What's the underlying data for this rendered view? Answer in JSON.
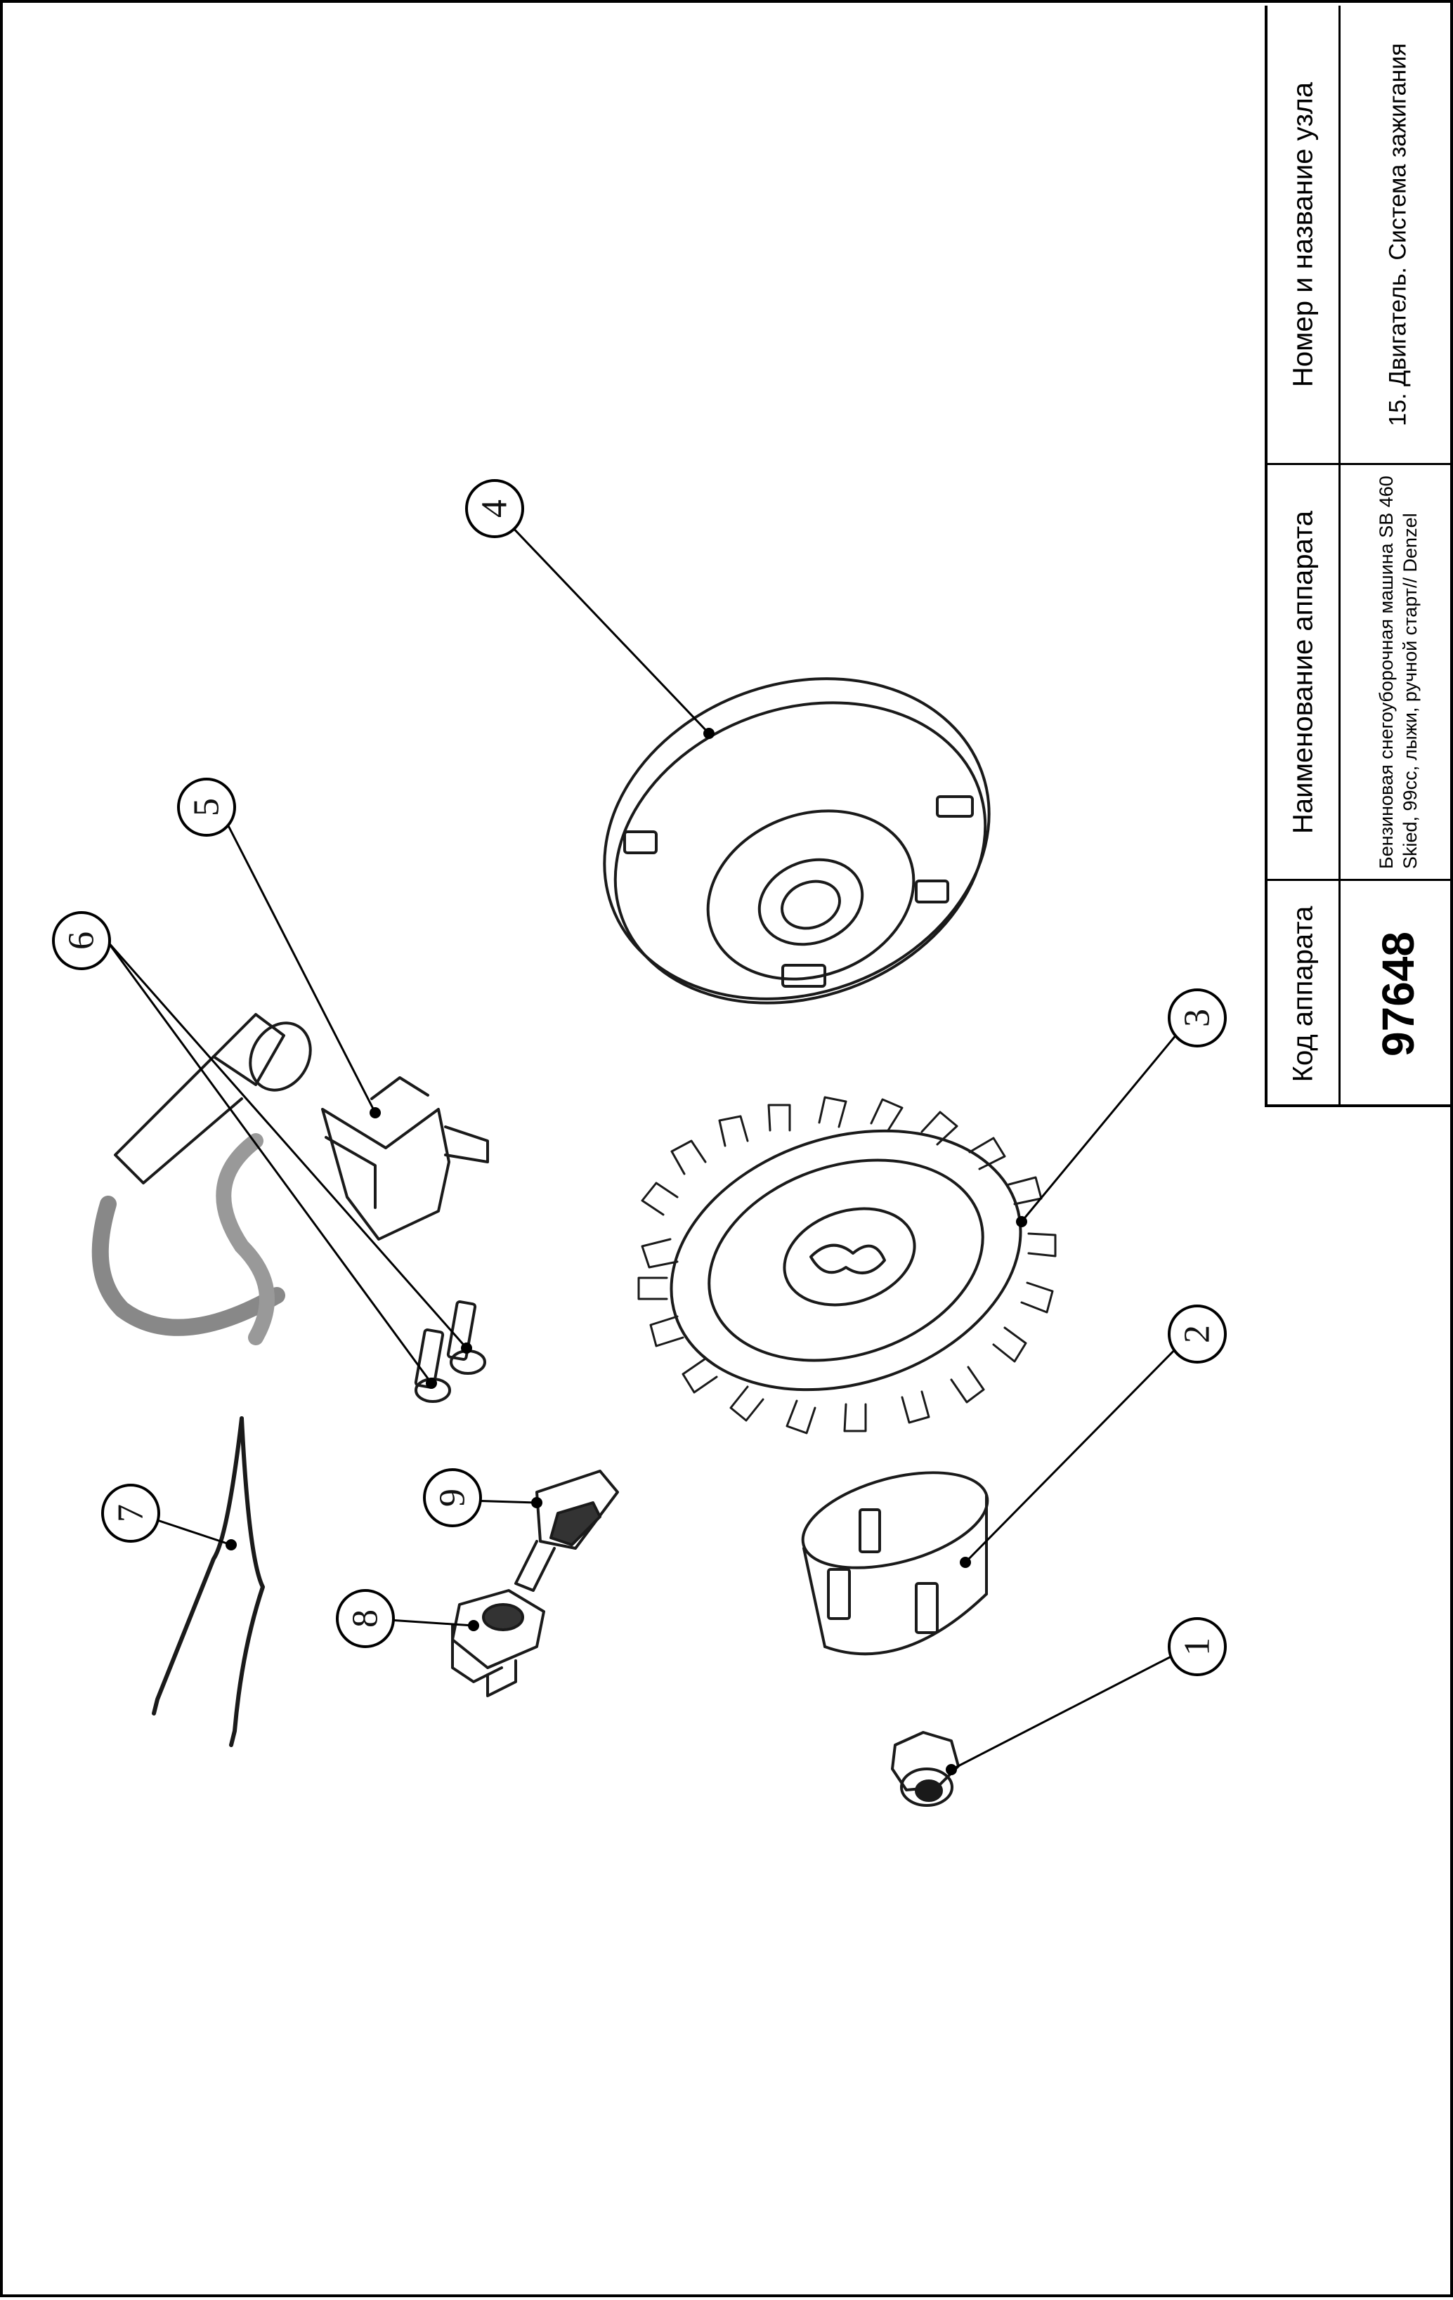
{
  "title_block": {
    "node_header": "Номер и название узла",
    "node_value": "15. Двигатель. Система зажигания",
    "device_name_header": "Наименование аппарата",
    "device_name_value": "Бензиновая снегоуборочная машина SB 460 Skied, 99cc, лыжи, ручной старт// Denzel",
    "device_code_header": "Код аппарата",
    "device_code_value": "97648"
  },
  "callouts": [
    {
      "label": "1",
      "part": "flange-nut"
    },
    {
      "label": "2",
      "part": "starter-cup"
    },
    {
      "label": "3",
      "part": "flywheel-fan"
    },
    {
      "label": "4",
      "part": "flywheel-cover"
    },
    {
      "label": "5",
      "part": "ignition-coil"
    },
    {
      "label": "6",
      "part": "coil-bolts"
    },
    {
      "label": "7",
      "part": "wire-harness"
    },
    {
      "label": "8",
      "part": "ignition-switch"
    },
    {
      "label": "9",
      "part": "ignition-key"
    }
  ]
}
